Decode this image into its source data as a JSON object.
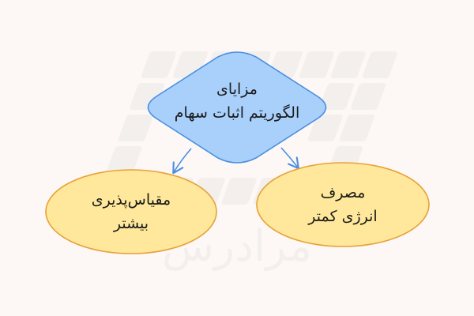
{
  "diagram": {
    "root": {
      "line1": "مزایای",
      "line2": "الگوریتم اثبات سهام"
    },
    "children": [
      {
        "line1": "مقیاس‌پذیری",
        "line2": "بیشتر"
      },
      {
        "line1": "مصرف",
        "line2": "انرژی کمتر"
      }
    ],
    "colors": {
      "root_fill": "#a9d0fb",
      "root_stroke": "#4a8fe0",
      "child_fill": "#ffe89b",
      "child_stroke": "#e6a23a",
      "arrow": "#4a8fe0",
      "background": "#fdf8f5"
    },
    "watermark_text": "مرادرس"
  }
}
